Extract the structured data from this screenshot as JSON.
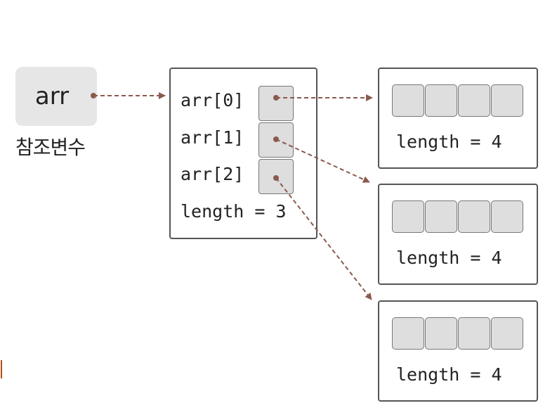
{
  "reference": {
    "name": "arr",
    "caption": "참조변수"
  },
  "outer_array": {
    "elements": [
      {
        "label": "arr[0]"
      },
      {
        "label": "arr[1]"
      },
      {
        "label": "arr[2]"
      }
    ],
    "length_label": "length = 3"
  },
  "inner_arrays": [
    {
      "cells": 4,
      "length_label": "length = 4"
    },
    {
      "cells": 4,
      "length_label": "length = 4"
    },
    {
      "cells": 4,
      "length_label": "length = 4"
    }
  ],
  "colors": {
    "arrow": "#8a5a4e",
    "box_border": "#555555",
    "cell_fill": "#dedede",
    "reference_fill": "#e6e6e6"
  }
}
